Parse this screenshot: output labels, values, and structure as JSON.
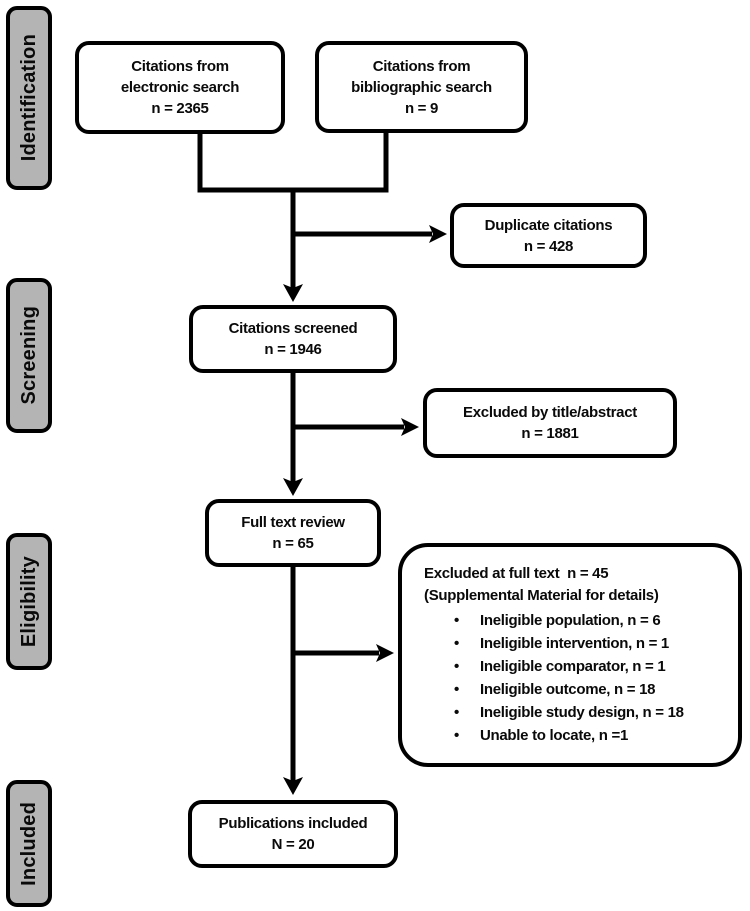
{
  "colors": {
    "line": "#000000",
    "box_fill": "#ffffff",
    "stage_fill": "#b4b4b4"
  },
  "stages": {
    "identification": "Identification",
    "screening": "Screening",
    "eligibility": "Eligibility",
    "included": "Included"
  },
  "boxes": {
    "electronic": {
      "lines": [
        "Citations from",
        "electronic search",
        "n = 2365"
      ]
    },
    "bibliographic": {
      "lines": [
        "Citations from",
        "bibliographic search",
        "n = 9"
      ]
    },
    "duplicates": {
      "lines": [
        "Duplicate citations",
        "n = 428"
      ]
    },
    "screened": {
      "lines": [
        "Citations screened",
        "n = 1946"
      ]
    },
    "excluded_title": {
      "lines": [
        "Excluded by title/abstract",
        "n = 1881"
      ]
    },
    "fulltext": {
      "lines": [
        "Full text review",
        "n = 65"
      ]
    },
    "excluded_fulltext": {
      "header": [
        "Excluded at full text  n = 45",
        "(Supplemental Material for details)"
      ],
      "bullets": [
        "Ineligible population, n = 6",
        "Ineligible intervention, n = 1",
        "Ineligible comparator, n = 1",
        "Ineligible outcome, n = 18",
        "Ineligible study design, n = 18",
        "Unable to locate, n =1"
      ]
    },
    "included": {
      "lines": [
        "Publications included",
        "N = 20"
      ]
    }
  }
}
